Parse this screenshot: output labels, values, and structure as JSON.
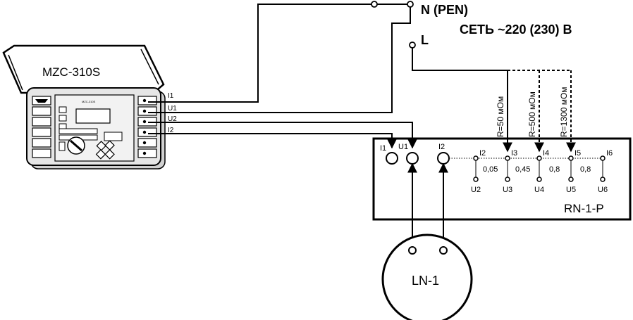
{
  "mains": {
    "n_label": "N (PEN)",
    "l_label": "L",
    "network_label": "СЕТЬ ~220 (230) В"
  },
  "meter": {
    "model": "MZC-310S",
    "panel_text": "MZC-310S",
    "ports": [
      "I1",
      "U1",
      "U2",
      "I2"
    ]
  },
  "box": {
    "name": "RN-1-P",
    "top_terminals": [
      "I1",
      "U1",
      "I2",
      "I2",
      "I3",
      "I4",
      "I5",
      "I6"
    ],
    "bottom_terminals": [
      "U2",
      "U3",
      "U4",
      "U5",
      "U6"
    ],
    "values": [
      "0,05",
      "0,45",
      "0,8",
      "0,8"
    ]
  },
  "resistors": [
    "R=50 мОм",
    "R=500 мОм",
    "R=1300 мОм"
  ],
  "probe": {
    "name": "LN-1"
  }
}
